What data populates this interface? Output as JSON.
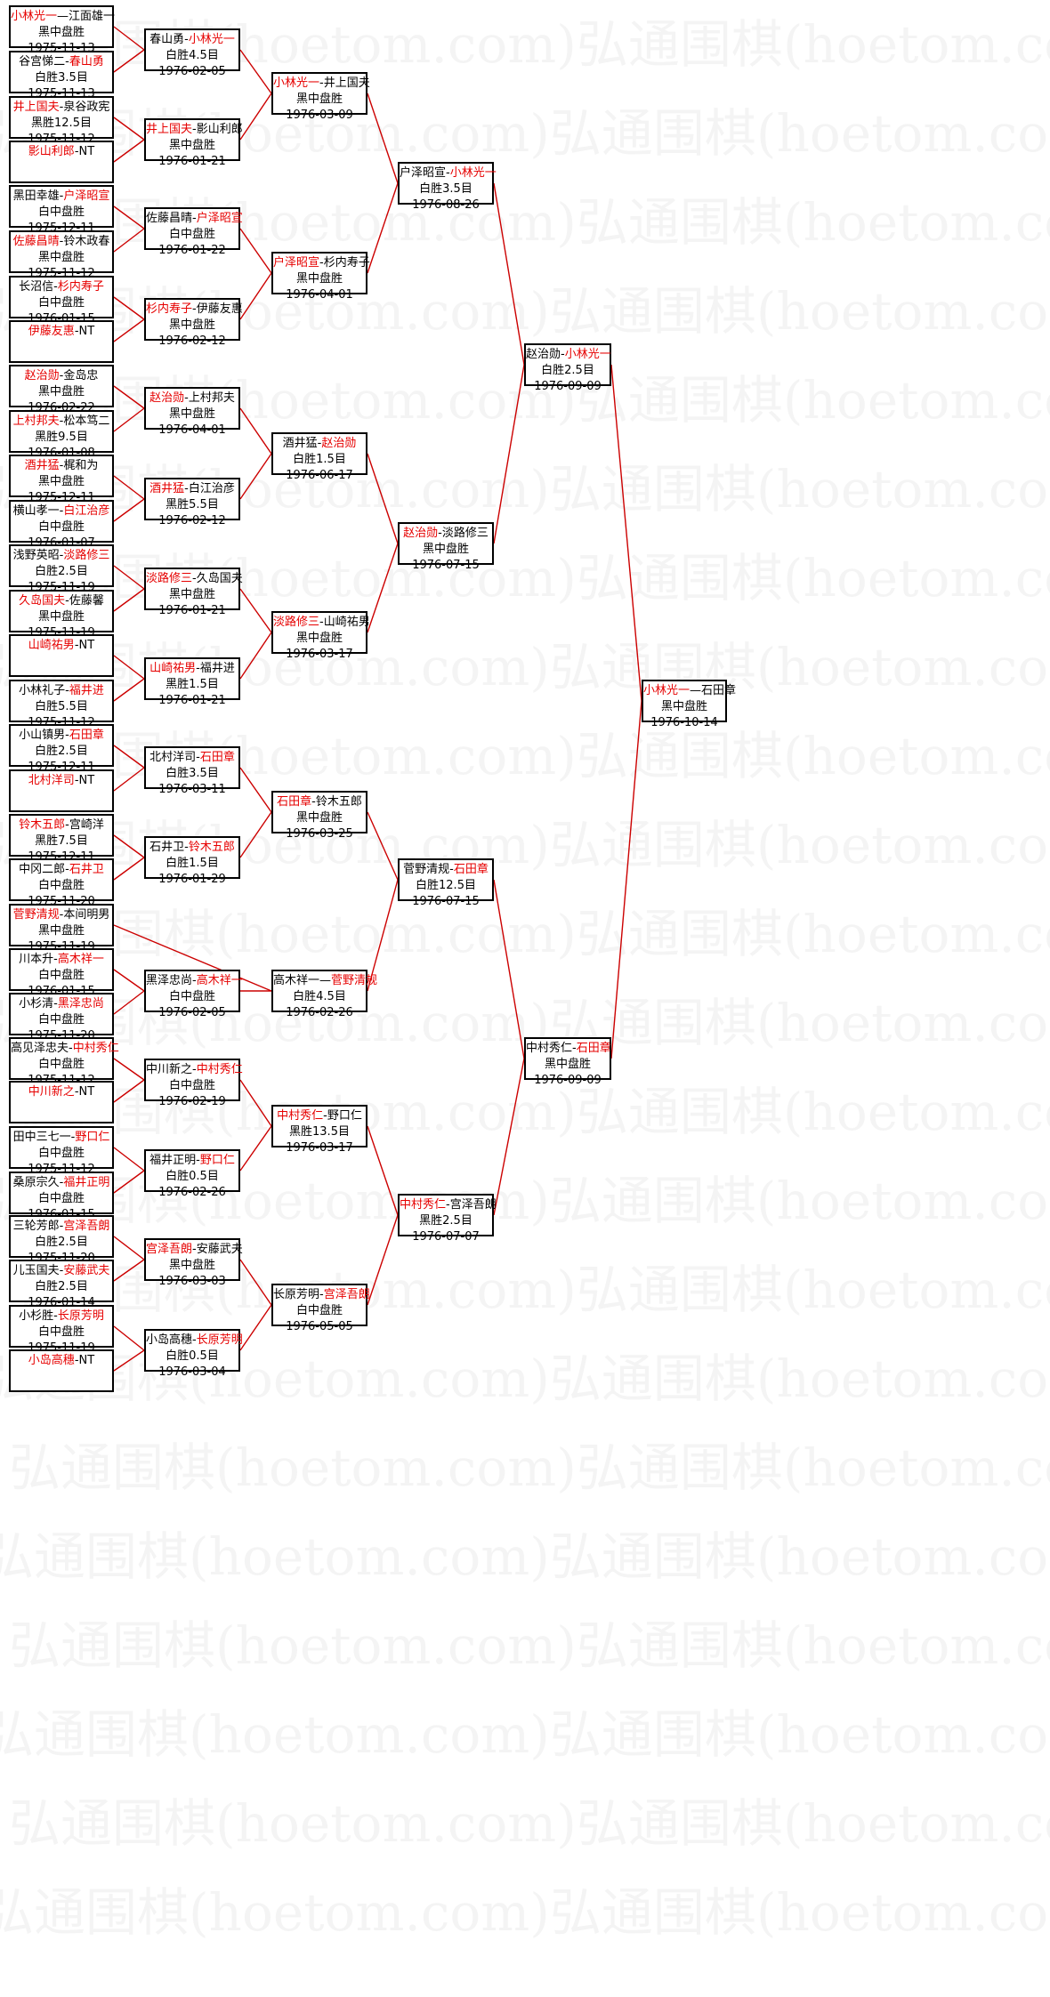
{
  "watermark": "弘通围棋(hoetom.com)",
  "colors": {
    "winner": "#e60000",
    "line": "#cc0000",
    "border": "#000000"
  },
  "rounds": [
    [
      {
        "p1": "小林光一",
        "p2": "江面雄一",
        "w": 1,
        "sep": "—",
        "result": "黑中盘胜",
        "date": "1975-11-13"
      },
      {
        "p1": "谷宫悌二",
        "p2": "春山勇",
        "w": 2,
        "sep": "-",
        "result": "白胜3.5目",
        "date": "1975-11-13"
      },
      {
        "p1": "井上国夫",
        "p2": "泉谷政宪",
        "w": 1,
        "sep": "-",
        "result": "黑胜12.5目",
        "date": "1975-11-12"
      },
      {
        "p1": "影山利郎",
        "p2": "NT",
        "w": 1,
        "sep": "-",
        "result": "",
        "date": ""
      },
      {
        "p1": "黑田幸雄",
        "p2": "户泽昭宣",
        "w": 2,
        "sep": "-",
        "result": "白中盘胜",
        "date": "1975-12-11"
      },
      {
        "p1": "佐藤昌晴",
        "p2": "铃木政春",
        "w": 1,
        "sep": "-",
        "result": "黑中盘胜",
        "date": "1975-11-12"
      },
      {
        "p1": "长沼信",
        "p2": "杉内寿子",
        "w": 2,
        "sep": "-",
        "result": "白中盘胜",
        "date": "1976-01-15"
      },
      {
        "p1": "伊藤友惠",
        "p2": "NT",
        "w": 1,
        "sep": "-",
        "result": "",
        "date": ""
      },
      {
        "p1": "赵治勋",
        "p2": "金岛忠",
        "w": 1,
        "sep": "-",
        "result": "黑中盘胜",
        "date": "1976-02-22"
      },
      {
        "p1": "上村邦夫",
        "p2": "松本笃二",
        "w": 1,
        "sep": "-",
        "result": "黑胜9.5目",
        "date": "1976-01-08"
      },
      {
        "p1": "酒井猛",
        "p2": "梶和为",
        "w": 1,
        "sep": "-",
        "result": "黑中盘胜",
        "date": "1975-12-11"
      },
      {
        "p1": "横山孝一",
        "p2": "白江治彦",
        "w": 2,
        "sep": "-",
        "result": "白中盘胜",
        "date": "1976-01-07"
      },
      {
        "p1": "浅野英昭",
        "p2": "淡路修三",
        "w": 2,
        "sep": "-",
        "result": "白胜2.5目",
        "date": "1975-11-19"
      },
      {
        "p1": "久岛国夫",
        "p2": "佐藤馨",
        "w": 1,
        "sep": "-",
        "result": "黑中盘胜",
        "date": "1975-11-19"
      },
      {
        "p1": "山崎祐男",
        "p2": "NT",
        "w": 1,
        "sep": "-",
        "result": "",
        "date": ""
      },
      {
        "p1": "小林礼子",
        "p2": "福井进",
        "w": 2,
        "sep": "-",
        "result": "白胜5.5目",
        "date": "1975-11-12"
      },
      {
        "p1": "小山镇男",
        "p2": "石田章",
        "w": 2,
        "sep": "-",
        "result": "白胜2.5目",
        "date": "1975-12-11"
      },
      {
        "p1": "北村洋司",
        "p2": "NT",
        "w": 1,
        "sep": "-",
        "result": "",
        "date": ""
      },
      {
        "p1": "铃木五郎",
        "p2": "宫崎洋",
        "w": 1,
        "sep": "-",
        "result": "黑胜7.5目",
        "date": "1975-12-11"
      },
      {
        "p1": "中冈二郎",
        "p2": "石井卫",
        "w": 2,
        "sep": "-",
        "result": "白中盘胜",
        "date": "1975-11-20"
      },
      {
        "p1": "菅野清规",
        "p2": "本间明男",
        "w": 1,
        "sep": "-",
        "result": "黑中盘胜",
        "date": "1975-11-19"
      },
      {
        "p1": "川本升",
        "p2": "高木祥一",
        "w": 2,
        "sep": "-",
        "result": "白中盘胜",
        "date": "1976-01-15"
      },
      {
        "p1": "小杉清",
        "p2": "黑泽忠尚",
        "w": 2,
        "sep": "-",
        "result": "白中盘胜",
        "date": "1975-11-20"
      },
      {
        "p1": "高见泽忠夫",
        "p2": "中村秀仁",
        "w": 2,
        "sep": "-",
        "result": "白中盘胜",
        "date": "1975-11-12"
      },
      {
        "p1": "中川新之",
        "p2": "NT",
        "w": 1,
        "sep": "-",
        "result": "",
        "date": ""
      },
      {
        "p1": "田中三七一",
        "p2": "野口仁",
        "w": 2,
        "sep": "-",
        "result": "白中盘胜",
        "date": "1975-11-12"
      },
      {
        "p1": "桑原宗久",
        "p2": "福井正明",
        "w": 2,
        "sep": "-",
        "result": "白中盘胜",
        "date": "1976-01-15"
      },
      {
        "p1": "三轮芳郎",
        "p2": "宫泽吾朗",
        "w": 2,
        "sep": "-",
        "result": "白胜2.5目",
        "date": "1975-11-20"
      },
      {
        "p1": "儿玉国夫",
        "p2": "安藤武夫",
        "w": 2,
        "sep": "-",
        "result": "白胜2.5目",
        "date": "1976-01-14"
      },
      {
        "p1": "小杉胜",
        "p2": "长原芳明",
        "w": 2,
        "sep": "-",
        "result": "白中盘胜",
        "date": "1975-11-19"
      },
      {
        "p1": "小岛高穗",
        "p2": "NT",
        "w": 1,
        "sep": "-",
        "result": "",
        "date": ""
      }
    ],
    [
      {
        "p1": "春山勇",
        "p2": "小林光一",
        "w": 2,
        "sep": "-",
        "result": "白胜4.5目",
        "date": "1976-02-05"
      },
      {
        "p1": "井上国夫",
        "p2": "影山利郎",
        "w": 1,
        "sep": "-",
        "result": "黑中盘胜",
        "date": "1976-01-21"
      },
      {
        "p1": "佐藤昌晴",
        "p2": "户泽昭宣",
        "w": 2,
        "sep": "-",
        "result": "白中盘胜",
        "date": "1976-01-22"
      },
      {
        "p1": "杉内寿子",
        "p2": "伊藤友惠",
        "w": 1,
        "sep": "-",
        "result": "黑中盘胜",
        "date": "1976-02-12"
      },
      {
        "p1": "赵治勋",
        "p2": "上村邦夫",
        "w": 1,
        "sep": "-",
        "result": "黑中盘胜",
        "date": "1976-04-01"
      },
      {
        "p1": "酒井猛",
        "p2": "白江治彦",
        "w": 1,
        "sep": "-",
        "result": "黑胜5.5目",
        "date": "1976-02-12"
      },
      {
        "p1": "淡路修三",
        "p2": "久岛国夫",
        "w": 1,
        "sep": "-",
        "result": "黑中盘胜",
        "date": "1976-01-21"
      },
      {
        "p1": "山崎祐男",
        "p2": "福井进",
        "w": 1,
        "sep": "-",
        "result": "黑胜1.5目",
        "date": "1976-01-21"
      },
      {
        "p1": "北村洋司",
        "p2": "石田章",
        "w": 2,
        "sep": "-",
        "result": "白胜3.5目",
        "date": "1976-03-11"
      },
      {
        "p1": "石井卫",
        "p2": "铃木五郎",
        "w": 2,
        "sep": "-",
        "result": "白胜1.5目",
        "date": "1976-01-29"
      },
      {
        "p1": "黑泽忠尚",
        "p2": "高木祥一",
        "w": 2,
        "sep": "-",
        "result": "白中盘胜",
        "date": "1976-02-05"
      },
      {
        "p1": "中川新之",
        "p2": "中村秀仁",
        "w": 2,
        "sep": "-",
        "result": "白中盘胜",
        "date": "1976-02-19"
      },
      {
        "p1": "福井正明",
        "p2": "野口仁",
        "w": 2,
        "sep": "-",
        "result": "白胜0.5目",
        "date": "1976-02-26"
      },
      {
        "p1": "宫泽吾朗",
        "p2": "安藤武夫",
        "w": 1,
        "sep": "-",
        "result": "黑中盘胜",
        "date": "1976-03-03"
      },
      {
        "p1": "小岛高穗",
        "p2": "长原芳明",
        "w": 2,
        "sep": "-",
        "result": "白胜0.5目",
        "date": "1976-03-04"
      }
    ],
    [
      {
        "p1": "小林光一",
        "p2": "井上国夫",
        "w": 1,
        "sep": "-",
        "result": "黑中盘胜",
        "date": "1976-03-09"
      },
      {
        "p1": "户泽昭宣",
        "p2": "杉内寿子",
        "w": 1,
        "sep": "-",
        "result": "黑中盘胜",
        "date": "1976-04-01"
      },
      {
        "p1": "酒井猛",
        "p2": "赵治勋",
        "w": 2,
        "sep": "-",
        "result": "白胜1.5目",
        "date": "1976-06-17"
      },
      {
        "p1": "淡路修三",
        "p2": "山崎祐男",
        "w": 1,
        "sep": "-",
        "result": "黑中盘胜",
        "date": "1976-03-17"
      },
      {
        "p1": "石田章",
        "p2": "铃木五郎",
        "w": 1,
        "sep": "-",
        "result": "黑中盘胜",
        "date": "1976-03-25"
      },
      {
        "p1": "高木祥一",
        "p2": "菅野清规",
        "w": 2,
        "sep": "—",
        "result": "白胜4.5目",
        "date": "1976-02-26"
      },
      {
        "p1": "中村秀仁",
        "p2": "野口仁",
        "w": 1,
        "sep": "-",
        "result": "黑胜13.5目",
        "date": "1976-03-17"
      },
      {
        "p1": "长原芳明",
        "p2": "宫泽吾朗",
        "w": 2,
        "sep": "-",
        "result": "白中盘胜",
        "date": "1976-05-05"
      }
    ],
    [
      {
        "p1": "户泽昭宣",
        "p2": "小林光一",
        "w": 2,
        "sep": "-",
        "result": "白胜3.5目",
        "date": "1976-08-26"
      },
      {
        "p1": "赵治勋",
        "p2": "淡路修三",
        "w": 1,
        "sep": "-",
        "result": "黑中盘胜",
        "date": "1976-07-15"
      },
      {
        "p1": "菅野清规",
        "p2": "石田章",
        "w": 2,
        "sep": "-",
        "result": "白胜12.5目",
        "date": "1976-07-15"
      },
      {
        "p1": "中村秀仁",
        "p2": "宫泽吾朗",
        "w": 1,
        "sep": "-",
        "result": "黑胜2.5目",
        "date": "1976-07-07"
      }
    ],
    [
      {
        "p1": "赵治勋",
        "p2": "小林光一",
        "w": 2,
        "sep": "-",
        "result": "白胜2.5目",
        "date": "1976-09-09"
      },
      {
        "p1": "中村秀仁",
        "p2": "石田章",
        "w": 2,
        "sep": "-",
        "result": "黑中盘胜",
        "date": "1976-09-09"
      }
    ],
    [
      {
        "p1": "小林光一",
        "p2": "石田章",
        "w": 1,
        "sep": "—",
        "result": "黑中盘胜",
        "date": "1976-10-14"
      }
    ]
  ]
}
